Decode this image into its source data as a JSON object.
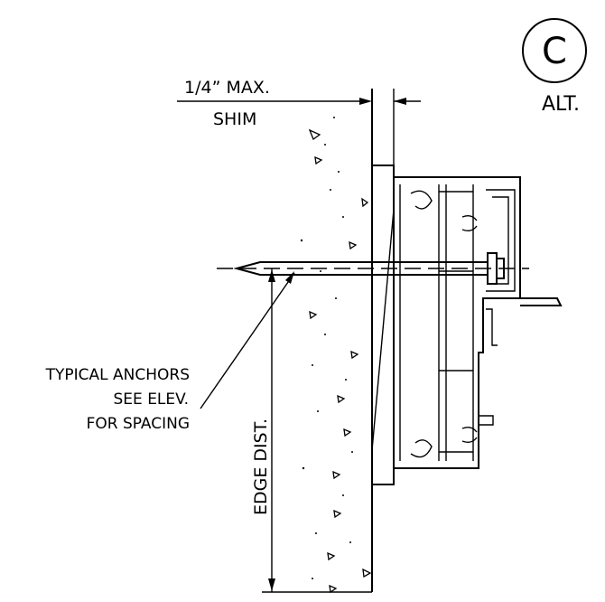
{
  "detail": {
    "letter": "C",
    "tag": "ALT."
  },
  "dimensions": {
    "shim_max": "1/4” MAX.",
    "shim": "SHIM",
    "edge_distance": "EDGE DIST."
  },
  "notes": {
    "anchor_line_1": "TYPICAL ANCHORS",
    "anchor_line_2": "SEE ELEV.",
    "anchor_line_3": "FOR SPACING"
  },
  "colors": {
    "line": "#000000",
    "background": "#ffffff"
  }
}
